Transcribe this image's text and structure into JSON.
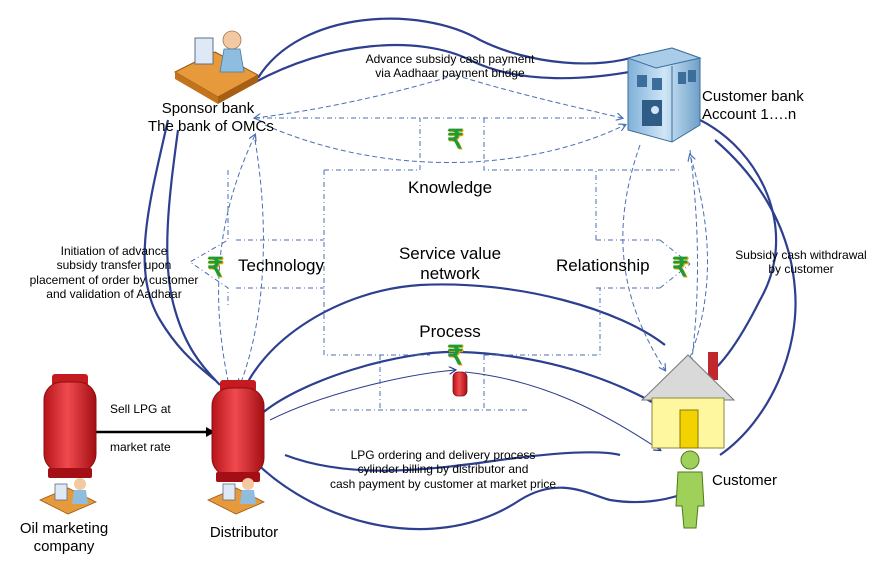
{
  "labels": {
    "sponsor_bank_1": "Sponsor bank",
    "sponsor_bank_2": "The bank of OMCs",
    "customer_bank_1": "Customer bank",
    "customer_bank_2": "Account 1….n",
    "advance_subsidy_1": "Advance subsidy cash payment",
    "advance_subsidy_2": "via Aadhaar payment bridge",
    "knowledge": "Knowledge",
    "technology": "Technology",
    "relationship": "Relationship",
    "process": "Process",
    "center_1": "Service value",
    "center_2": "network",
    "initiation_1": "Initiation of advance",
    "initiation_2": "subsidy transfer upon",
    "initiation_3": "placement of order by customer",
    "initiation_4": "and validation of Aadhaar",
    "withdrawal_1": "Subsidy cash withdrawal",
    "withdrawal_2": "by customer",
    "sell_1": "Sell LPG at",
    "sell_2": "market rate",
    "lpg_1": "LPG ordering and delivery process",
    "lpg_2": "cylinder billing by distributor and",
    "lpg_3": "cash payment by customer at market price",
    "oil_1": "Oil marketing",
    "oil_2": "company",
    "distributor": "Distributor",
    "customer": "Customer",
    "rupee": "₹"
  },
  "colors": {
    "loop": "#2d3f8f",
    "dashed": "#4a6fb5",
    "cylinder": "#e8262b",
    "rupee": "#1a9c3a"
  }
}
